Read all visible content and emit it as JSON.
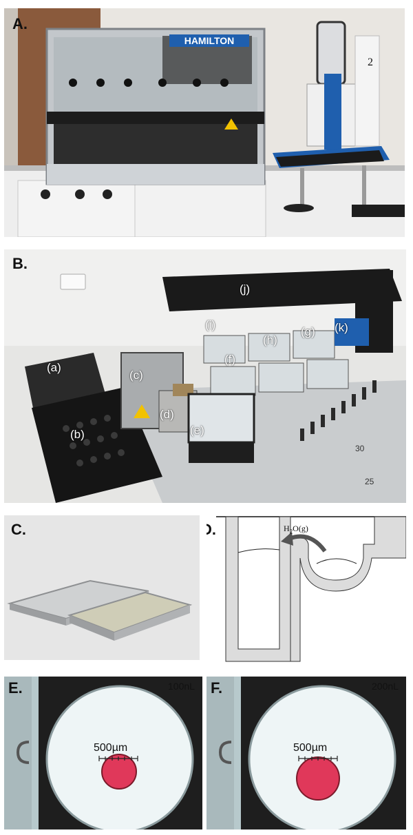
{
  "panels": {
    "a": {
      "label": "A.",
      "brand_text": "HAMILTON",
      "side_number": "2"
    },
    "b": {
      "label": "B.",
      "callouts": [
        "(a)",
        "(b)",
        "(c)",
        "(d)",
        "(e)",
        "(f)",
        "(g)",
        "(h)",
        "(i)",
        "(j)",
        "(k)"
      ],
      "deck_numbers": [
        "30",
        "25"
      ]
    },
    "c": {
      "label": "C."
    },
    "d": {
      "label": "D.",
      "annotation_main": "H",
      "annotation_sub": "2",
      "annotation_tail": "O(g)"
    },
    "e": {
      "label": "E.",
      "volume": "100nL",
      "scale_label": "500µm"
    },
    "f": {
      "label": "F.",
      "volume": "200nL",
      "scale_label": "500µm"
    }
  },
  "colors": {
    "instrument_blue": "#1f5fae",
    "drop_red": "#e0385a",
    "machine_black": "#1c1c1c",
    "well_grey": "#dcdcdc"
  },
  "icons": [
    "arrow-curved-icon",
    "scale-bar-icon"
  ]
}
